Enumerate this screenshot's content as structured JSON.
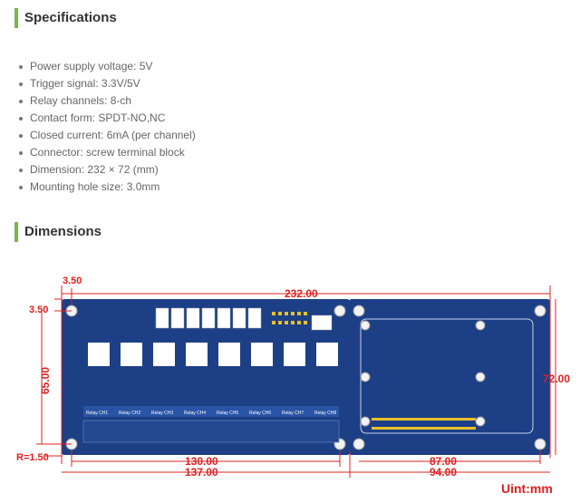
{
  "specifications": {
    "title": "Specifications",
    "items": [
      "Power supply voltage: 5V",
      "Trigger signal: 3.3V/5V",
      "Relay channels: 8-ch",
      "Contact form: SPDT-NO,NC",
      "Closed current: 6mA (per channel)",
      "Connector: screw terminal block",
      "Dimension: 232 × 72 (mm)",
      "Mounting hole size: 3.0mm"
    ]
  },
  "dimensions": {
    "title": "Dimensions",
    "labels": {
      "hole_offset_top": "3.50",
      "total_width": "232.00",
      "hole_offset_left": "3.50",
      "hole_height": "65.00",
      "board_height": "72.00",
      "corner_radius": "R=1.50",
      "hole_width_left": "130.00",
      "width_left": "137.00",
      "hole_width_right": "87.00",
      "width_right": "94.00",
      "unit": "Uint:mm"
    },
    "relay_labels": [
      "Relay CH1",
      "Relay CH2",
      "Relay CH3",
      "Relay CH4",
      "Relay CH5",
      "Relay CH6",
      "Relay CH7",
      "Relay CH8"
    ]
  },
  "colors": {
    "accent": "#7ab648",
    "pcb": "#1c3f86",
    "dim_line": "#e02020"
  }
}
